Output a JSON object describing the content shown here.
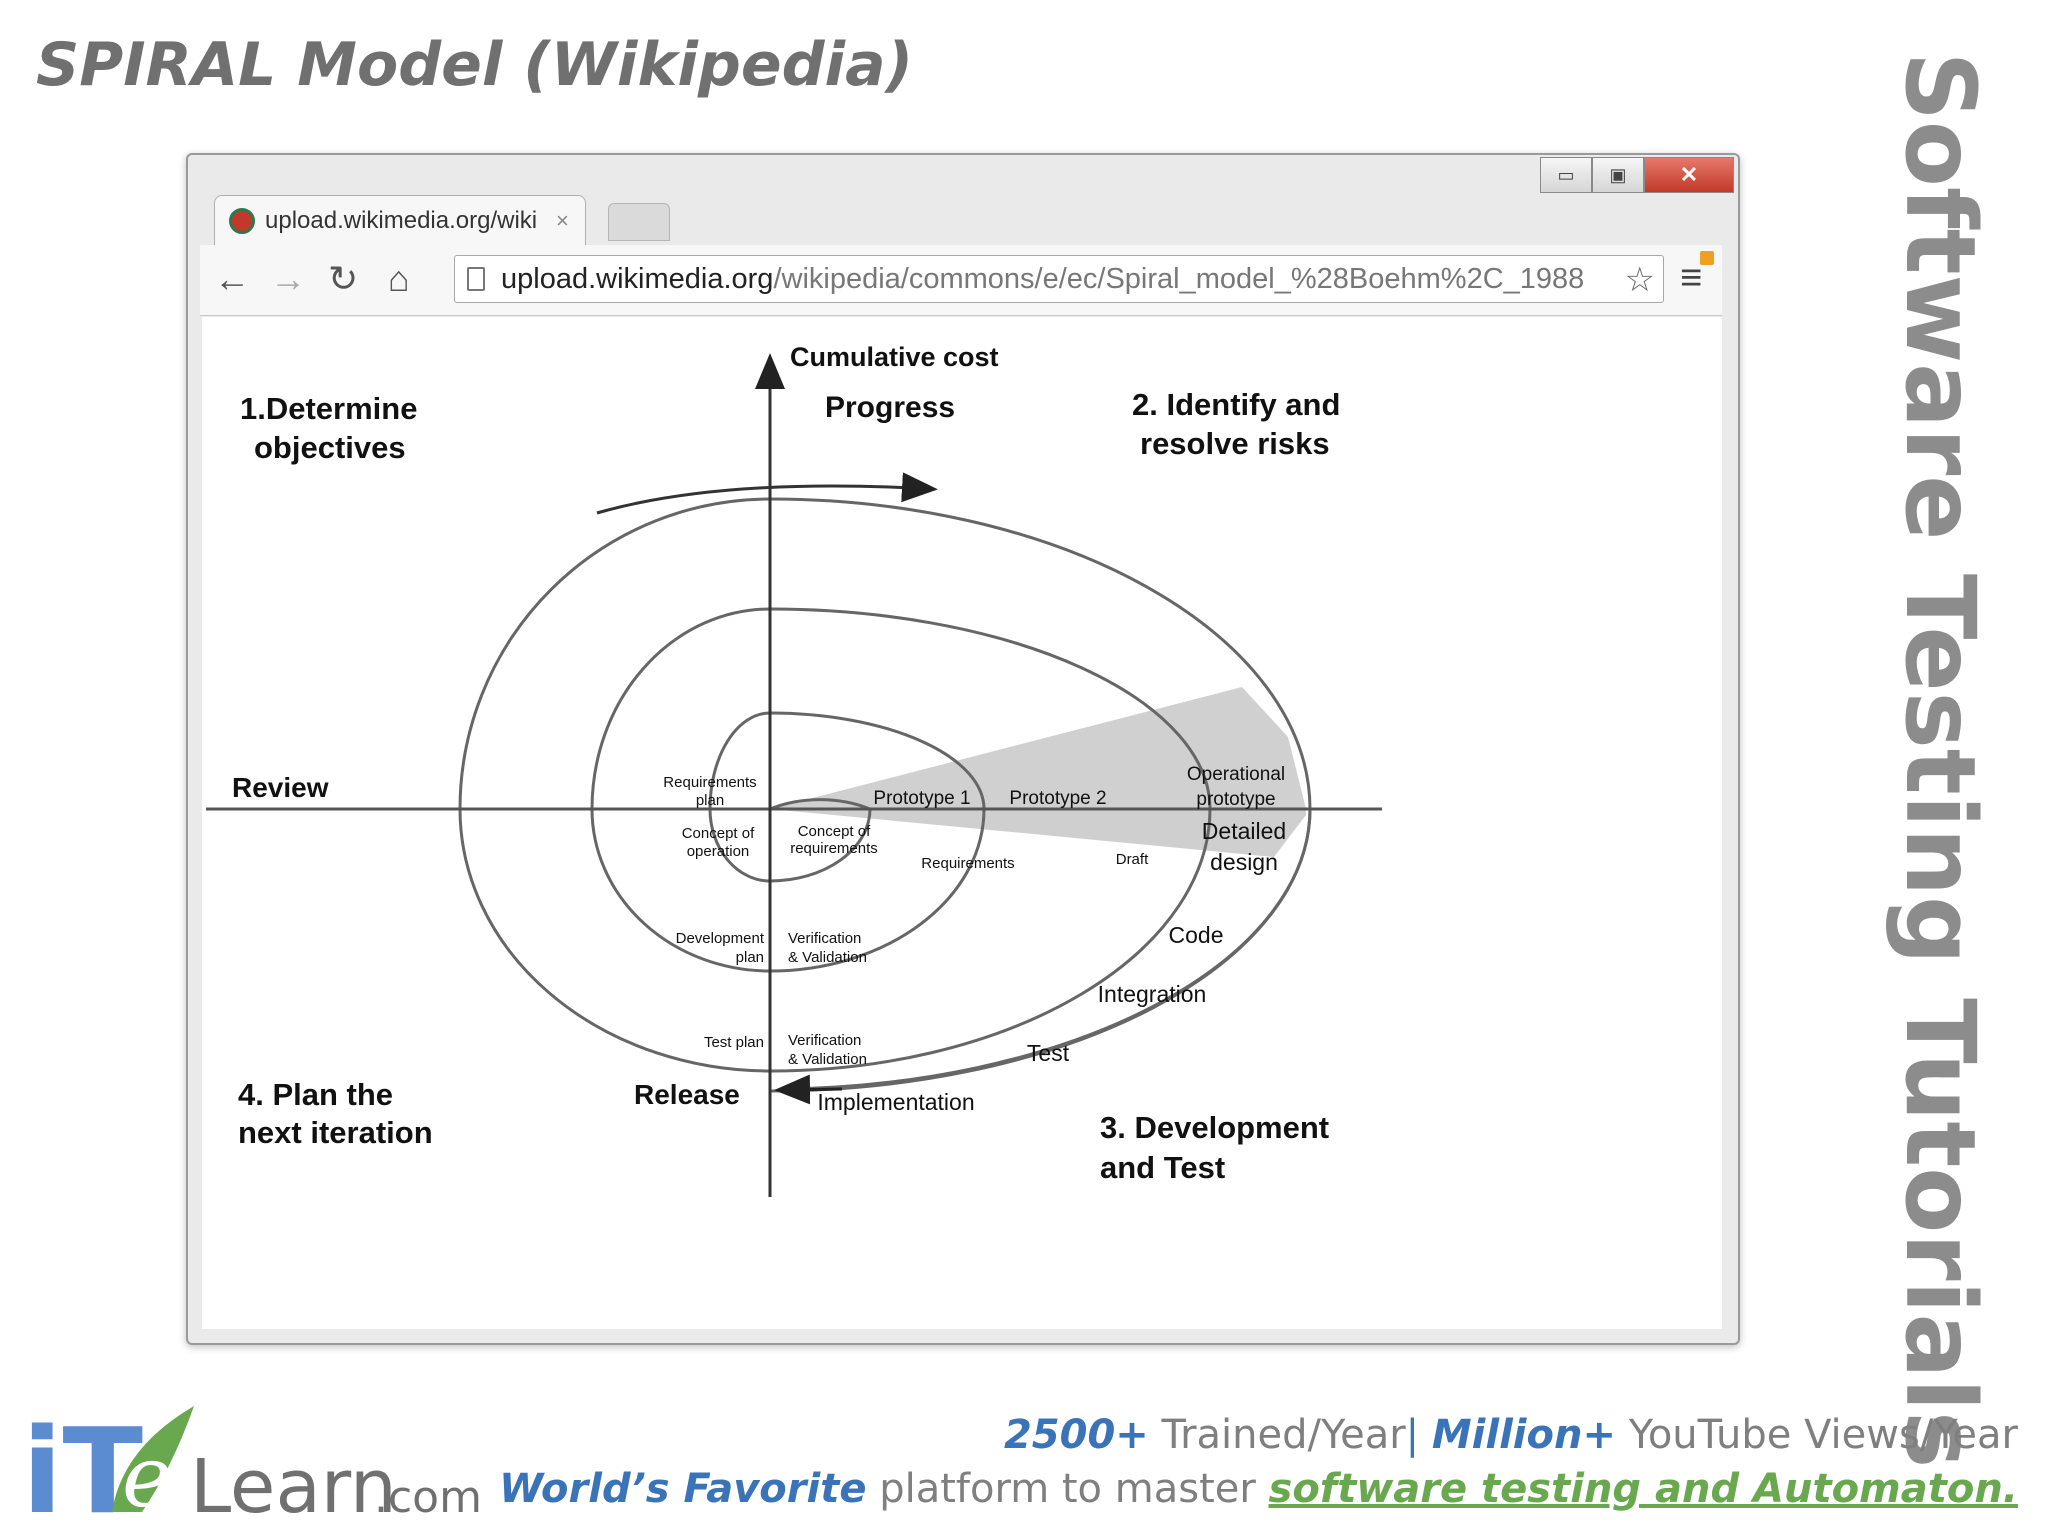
{
  "slide": {
    "title": "SPIRAL Model (Wikipedia)",
    "side_text": "Software Testing Tutorials"
  },
  "browser": {
    "tab_label": "upload.wikimedia.org/wiki",
    "tab_close": "×",
    "url_host": "upload.wikimedia.org",
    "url_path": "/wikipedia/commons/e/ec/Spiral_model_%28Boehm%2C_1988",
    "window_buttons": {
      "minimize": "▭",
      "maximize": "▣",
      "close": "✕"
    },
    "icons": [
      "back-arrow-icon",
      "forward-arrow-icon",
      "reload-icon",
      "home-icon",
      "page-icon",
      "star-icon",
      "menu-icon"
    ]
  },
  "diagram": {
    "axis_label": "Cumulative cost",
    "progress_label": "Progress",
    "quadrant1": [
      "1.Determine",
      "objectives"
    ],
    "quadrant2": [
      "2. Identify and",
      "resolve risks"
    ],
    "quadrant3": [
      "3. Development",
      "and Test"
    ],
    "quadrant4": [
      "4. Plan the",
      "next iteration"
    ],
    "review": "Review",
    "release": "Release",
    "requirements_plan": [
      "Requirements",
      "plan"
    ],
    "concept_of_operation": [
      "Concept of",
      "operation"
    ],
    "concept_of_requirements": [
      "Concept of",
      "requirements"
    ],
    "prototype1": "Prototype 1",
    "prototype2": "Prototype 2",
    "operational_prototype": [
      "Operational",
      "prototype"
    ],
    "requirements": "Requirements",
    "draft": "Draft",
    "detailed_design": [
      "Detailed",
      "design"
    ],
    "development_plan": [
      "Development",
      "plan"
    ],
    "verification1": [
      "Verification",
      "& Validation"
    ],
    "code": "Code",
    "integration": "Integration",
    "test_plan": "Test plan",
    "verification2": [
      "Verification",
      "& Validation"
    ],
    "test": "Test",
    "implementation": "Implementation"
  },
  "footer": {
    "logo": {
      "it": "iT",
      "e": "e",
      "learn": "Learn",
      "com": ".com"
    },
    "line1_stat1": "2500+",
    "line1_text1": " Trained/Year",
    "line1_sep": "| ",
    "line1_stat2": "Million+",
    "line1_text2": " YouTube Views/Year",
    "line2_emph": "World’s Favorite",
    "line2_text": " platform to master ",
    "line2_link": "software testing and Automaton."
  },
  "colors": {
    "title_gray": "#707070",
    "accent_blue": "#3b73b9",
    "accent_green": "#6aa84f",
    "spiral_gray": "#666666"
  }
}
